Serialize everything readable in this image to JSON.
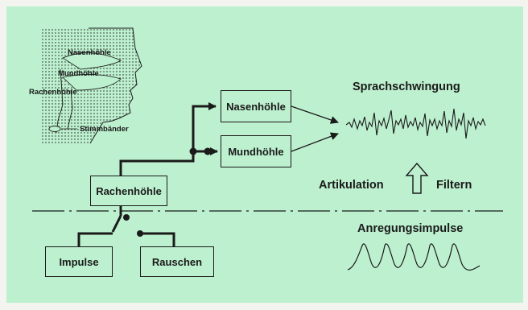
{
  "boxes": {
    "nasenhoehle": "Nasenhöhle",
    "mundhoehle": "Mundhöhle",
    "rachenhoehle": "Rachenhöhle",
    "impulse": "Impulse",
    "rauschen": "Rauschen"
  },
  "anatomy_labels": {
    "nasenhoehle": "Nasenhöhle",
    "mundhoehle": "Mundhöhle",
    "rachenhoehle": "Rachenhöhle",
    "stimmbaender": "Stimmbänder"
  },
  "right_labels": {
    "sprachschwingung": "Sprachschwingung",
    "artikulation": "Artikulation",
    "filtern": "Filtern",
    "anregungsimpulse": "Anregungsimpulse"
  },
  "colors": {
    "background": "#bdf0cf",
    "ink": "#1a1a1a"
  }
}
